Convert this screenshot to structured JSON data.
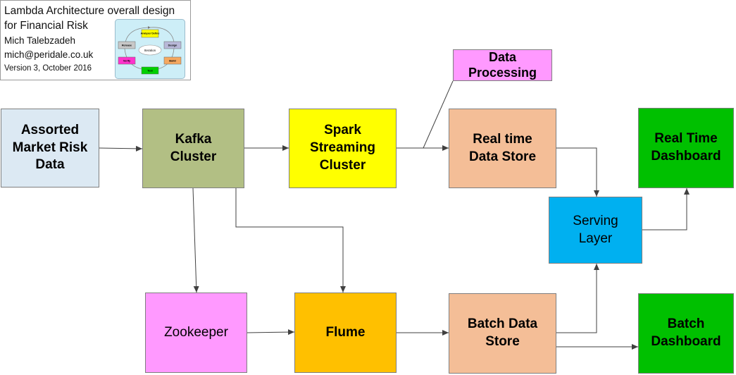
{
  "info": {
    "title_line1": "Lambda Architecture overall design",
    "title_line2": "for Financial Risk",
    "author": "Mich Talebzadeh",
    "email": "mich@peridale.co.uk",
    "version": "Version 3, October 2016",
    "logo_labels": {
      "analyse": "Analyse/ Define",
      "design": "Design",
      "build": "Build",
      "test": "Test",
      "verify": "Verify",
      "release": "Release",
      "center": "Iteration"
    }
  },
  "nodes": {
    "market_risk": "Assorted\nMarket Risk\nData",
    "kafka": "Kafka\nCluster",
    "spark": "Spark\nStreaming\nCluster",
    "data_processing": "Data\nProcessing",
    "realtime_store": "Real time\nData Store",
    "realtime_dashboard": "Real Time\nDashboard",
    "serving_layer": "Serving\nLayer",
    "zookeeper": "Zookeeper",
    "flume": "Flume",
    "batch_store": "Batch Data\nStore",
    "batch_dashboard": "Batch\nDashboard"
  },
  "colors": {
    "market_risk": "#dce9f3",
    "kafka": "#b2bf84",
    "spark": "#ffff00",
    "data_processing": "#ff99ff",
    "realtime_store": "#f4be97",
    "realtime_dashboard": "#00c000",
    "serving_layer": "#00b0f0",
    "zookeeper": "#ff99ff",
    "flume": "#ffc000",
    "batch_store": "#f4be97",
    "batch_dashboard": "#00c000",
    "connector": "#404040"
  }
}
